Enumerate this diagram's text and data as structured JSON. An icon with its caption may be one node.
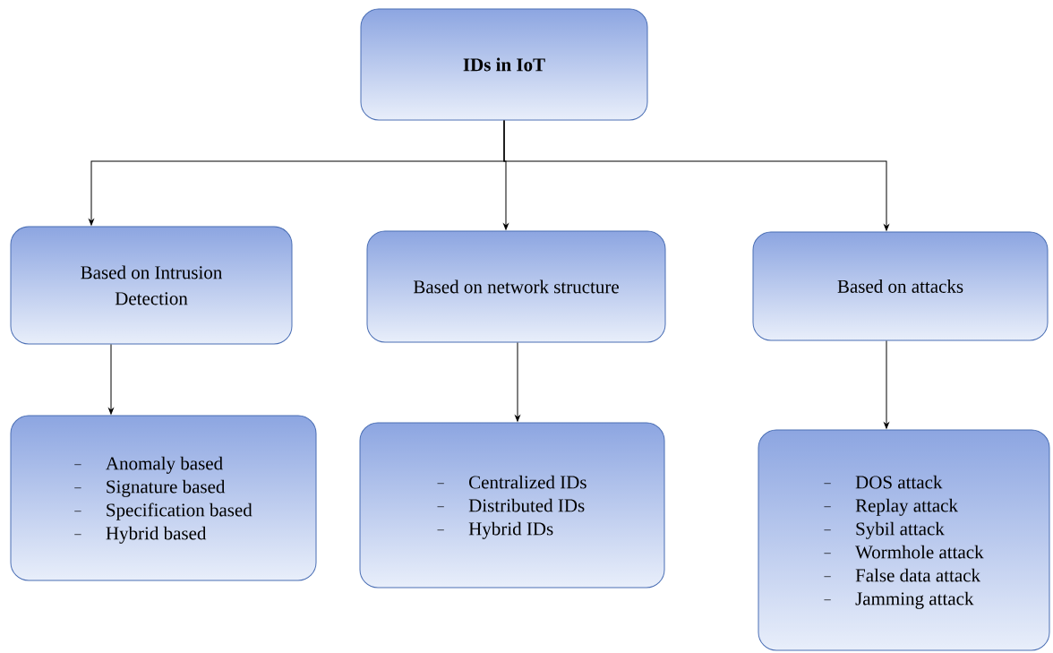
{
  "diagram": {
    "nodes": [
      {
        "text": [
          "IDs in IoT"
        ]
      },
      {
        "text": [
          "Based on Intrusion Detection"
        ]
      },
      {
        "text": [
          "Based on network structure"
        ]
      },
      {
        "text": [
          "Based on attacks"
        ]
      },
      {
        "text": [
          "Anomaly based",
          "Signature based",
          "Specification based",
          "Hybrid based"
        ]
      },
      {
        "text": [
          "Centralized IDs",
          "Distributed IDs",
          "Hybrid IDs"
        ]
      },
      {
        "text": [
          "DOS attack",
          "Replay attack",
          "Sybil attack",
          "Wormhole attack",
          "False data attack",
          "Jamming attack"
        ]
      }
    ],
    "edges": [
      {
        "from": 0,
        "to": 1,
        "arrow": "to"
      },
      {
        "from": 0,
        "to": 2,
        "arrow": "to"
      },
      {
        "from": 0,
        "to": 3,
        "arrow": "to"
      },
      {
        "from": 1,
        "to": 4,
        "arrow": "to"
      },
      {
        "from": 2,
        "to": 5,
        "arrow": "to"
      },
      {
        "from": 3,
        "to": 6,
        "arrow": "to"
      }
    ]
  }
}
